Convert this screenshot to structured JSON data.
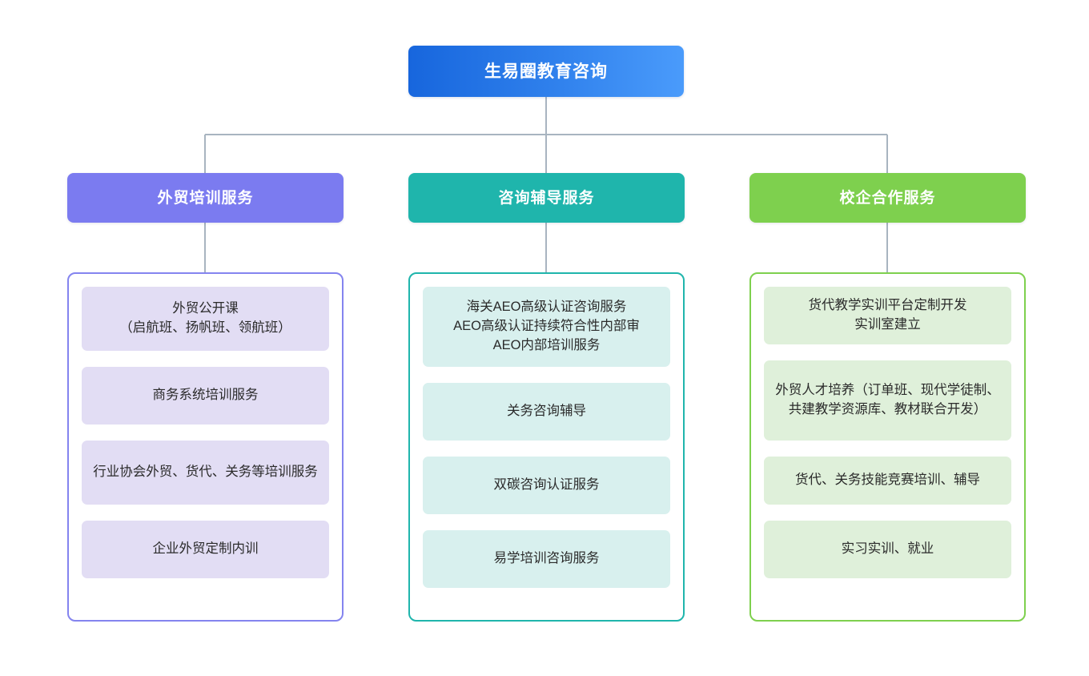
{
  "diagram": {
    "type": "organization-chart",
    "root": {
      "label": "生易圈教育咨询",
      "color_left": "#1766dd",
      "color_right": "#4a9bfb"
    },
    "connector_color": "#a8b4c0",
    "branches": [
      {
        "id": "waimao-peixun",
        "header_label": "外贸培训服务",
        "header_color": "#7b7bf0",
        "border_color": "#8484ef",
        "card_color": "#e2ddf4",
        "items": [
          "外贸公开课\n（启航班、扬帆班、领航班）",
          "商务系统培训服务",
          "行业协会外贸、货代、关务等培训服务",
          "企业外贸定制内训"
        ]
      },
      {
        "id": "zixun-fudao",
        "header_label": "咨询辅导服务",
        "header_color": "#1fb5ac",
        "border_color": "#1fb5ac",
        "card_color": "#d8f0ee",
        "items": [
          "海关AEO高级认证咨询服务\nAEO高级认证持续符合性内部审\nAEO内部培训服务",
          "关务咨询辅导",
          "双碳咨询认证服务",
          "易学培训咨询服务"
        ]
      },
      {
        "id": "xiaoqi-hezuo",
        "header_label": "校企合作服务",
        "header_color": "#7ed04e",
        "border_color": "#7ed04e",
        "card_color": "#dff0da",
        "items": [
          "货代教学实训平台定制开发\n实训室建立",
          "外贸人才培养（订单班、现代学徒制、共建教学资源库、教材联合开发）",
          "货代、关务技能竞赛培训、辅导",
          "实习实训、就业"
        ]
      }
    ]
  }
}
